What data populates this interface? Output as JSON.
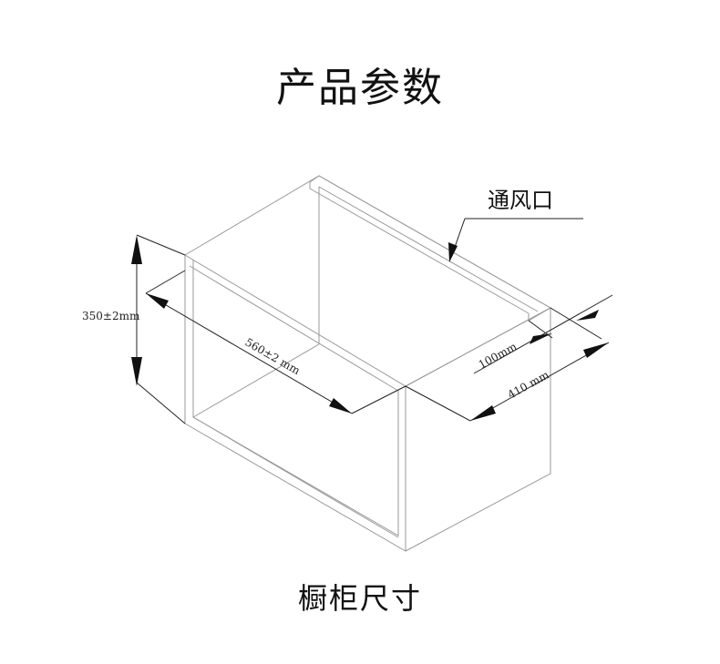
{
  "header": {
    "title": "产品参数"
  },
  "diagram": {
    "callout": "通风口",
    "dimensions": {
      "height": "350±2mm",
      "width": "560±2 mm",
      "vent_depth": "100mm",
      "depth": "410 mm"
    }
  },
  "footer": {
    "caption": "橱柜尺寸"
  }
}
